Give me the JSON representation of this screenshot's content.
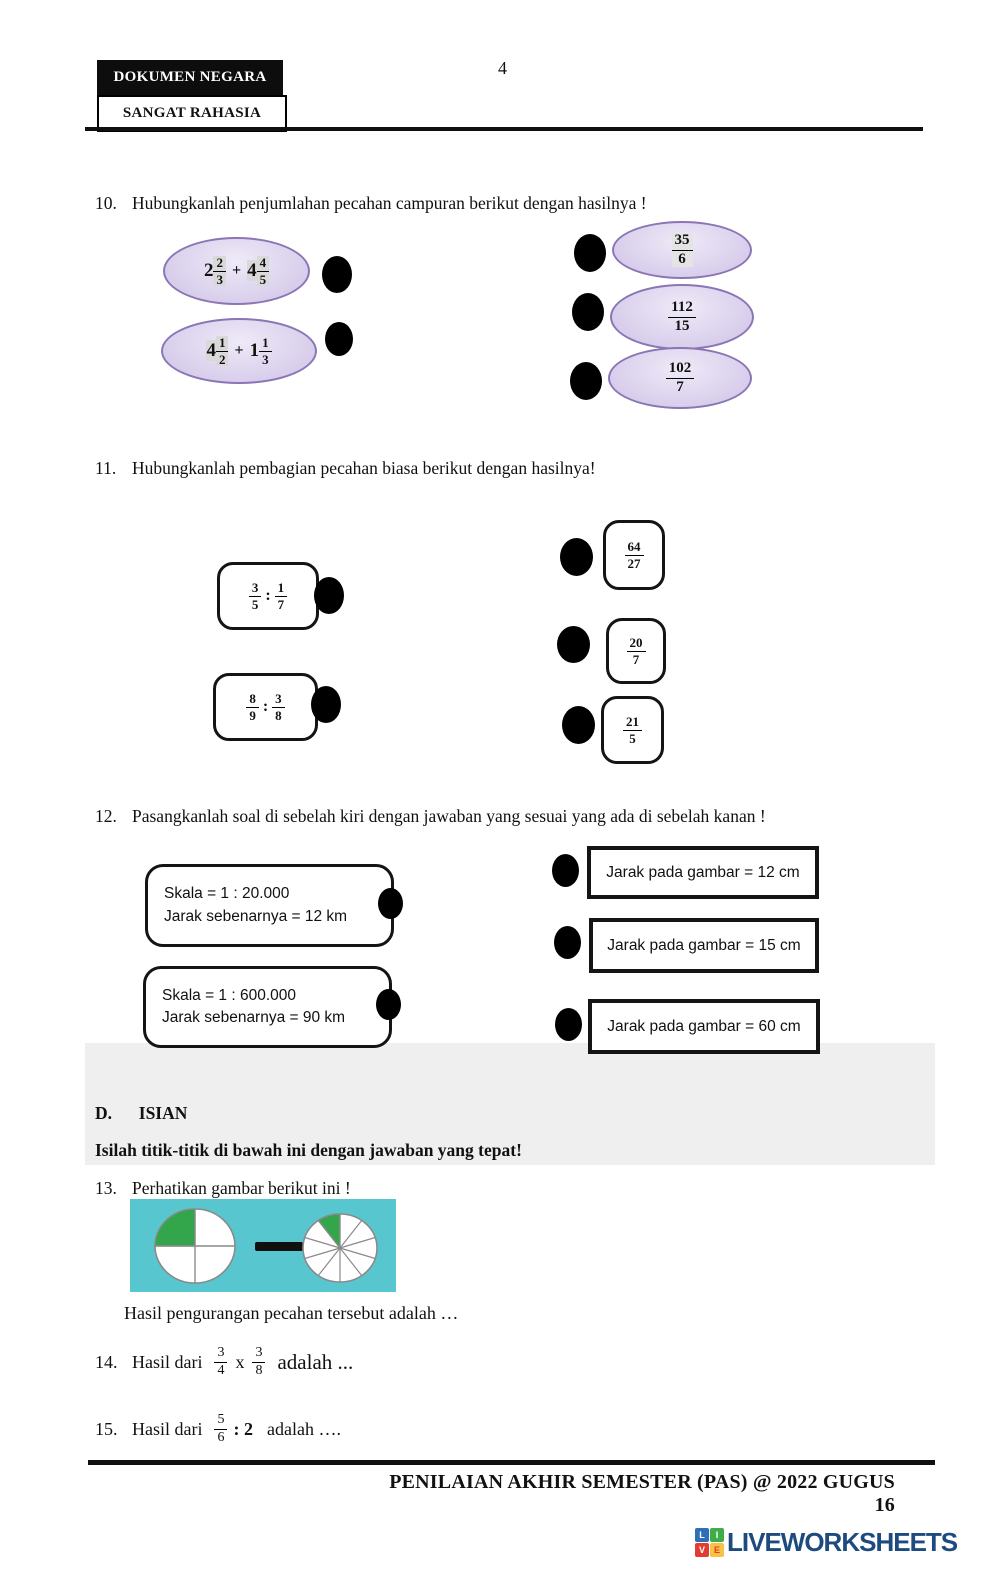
{
  "header": {
    "stamp_top": "DOKUMEN NEGARA",
    "stamp_bottom": "SANGAT RAHASIA",
    "page_number": "4"
  },
  "q10": {
    "number": "10.",
    "text": "Hubungkanlah penjumlahan pecahan campuran berikut dengan hasilnya !",
    "left_items": [
      {
        "whole1": "2",
        "num1": "2",
        "den1": "3",
        "op": "+",
        "whole2": "4",
        "num2": "4",
        "den2": "5"
      },
      {
        "whole1": "4",
        "num1": "1",
        "den1": "2",
        "op": "+",
        "whole2": "1",
        "num2": "1",
        "den2": "3"
      }
    ],
    "right_items": [
      {
        "num": "35",
        "den": "6"
      },
      {
        "num": "112",
        "den": "15"
      },
      {
        "num": "102",
        "den": "7"
      }
    ]
  },
  "q11": {
    "number": "11.",
    "text": "Hubungkanlah pembagian pecahan biasa berikut dengan hasilnya!",
    "left_items": [
      {
        "num1": "3",
        "den1": "5",
        "op": ":",
        "num2": "1",
        "den2": "7"
      },
      {
        "num1": "8",
        "den1": "9",
        "op": ":",
        "num2": "3",
        "den2": "8"
      }
    ],
    "right_items": [
      {
        "num": "64",
        "den": "27"
      },
      {
        "num": "20",
        "den": "7"
      },
      {
        "num": "21",
        "den": "5"
      }
    ]
  },
  "q12": {
    "number": "12.",
    "text": "Pasangkanlah soal di sebelah kiri dengan jawaban yang sesuai yang ada di sebelah kanan !",
    "left_items": [
      {
        "line1": "Skala = 1 : 20.000",
        "line2": "Jarak sebenarnya = 12 km"
      },
      {
        "line1": "Skala = 1 : 600.000",
        "line2": "Jarak sebenarnya = 90 km"
      }
    ],
    "right_items": [
      {
        "label": "Jarak pada gambar = 12 cm"
      },
      {
        "label": "Jarak pada gambar = 15 cm"
      },
      {
        "label": "Jarak pada gambar = 60 cm"
      }
    ]
  },
  "section_d": {
    "label": "D.",
    "title": "ISIAN",
    "instruction": "Isilah titik-titik di bawah ini dengan jawaban yang tepat!"
  },
  "q13": {
    "number": "13.",
    "text": "Perhatikan gambar berikut ini !",
    "figure": {
      "background_color": "#57c6cf",
      "shaded_color": "#33a64c",
      "left_pie": {
        "total_slices": 4,
        "shaded_slices": 1
      },
      "operator": "minus",
      "right_pie": {
        "total_slices": 10,
        "shaded_slices": 1
      }
    },
    "followup": "Hasil pengurangan pecahan tersebut adalah …"
  },
  "q14": {
    "number": "14.",
    "prefix": "Hasil dari",
    "frac1": {
      "num": "3",
      "den": "4"
    },
    "op": "x",
    "frac2": {
      "num": "3",
      "den": "8"
    },
    "suffix": "adalah ..."
  },
  "q15": {
    "number": "15.",
    "prefix": "Hasil dari",
    "frac1": {
      "num": "5",
      "den": "6"
    },
    "op": ": 2",
    "suffix": "adalah …."
  },
  "footer": {
    "text": "PENILAIAN AKHIR SEMESTER (PAS) @ 2022 GUGUS 16",
    "logo_squares": [
      {
        "letter": "L",
        "color": "#2e6fb7"
      },
      {
        "letter": "I",
        "color": "#3fae49"
      },
      {
        "letter": "V",
        "color": "#e23b33"
      },
      {
        "letter": "E",
        "color": "#f6c343"
      }
    ],
    "logo_text": "LIVEWORKSHEETS"
  },
  "colors": {
    "ellipse_fill": "#d9d0ec",
    "ellipse_border": "#8a76b5",
    "figure_teal": "#57c6cf",
    "shaded_green": "#33a64c",
    "band_gray": "#efeff0",
    "logo_navy": "#1d4b7f"
  }
}
